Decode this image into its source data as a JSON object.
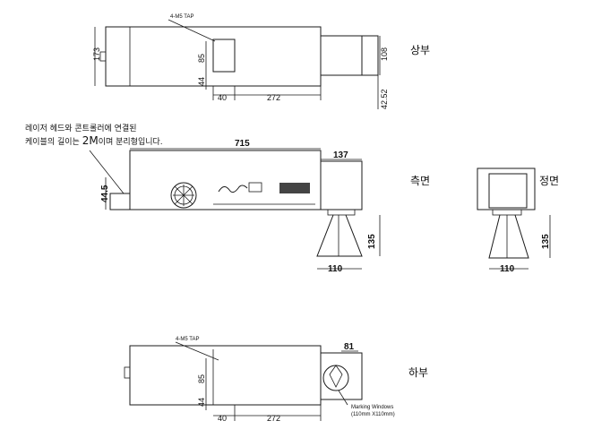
{
  "views": {
    "top_title": "상부",
    "side_title": "측면",
    "front_title": "정면",
    "bottom_title": "하부"
  },
  "top_view": {
    "tap_label": "4-M5 TAP",
    "dim_173": "173",
    "dim_85": "85",
    "dim_44": "44",
    "dim_40": "40",
    "dim_272": "272",
    "dim_108": "108",
    "dim_4252": "42.52"
  },
  "side_view": {
    "note_line1": "레이저 헤드와 콘트롤러에 연결된",
    "note_line2_pre": "케이블의 길이는 ",
    "note_line2_big": "2M",
    "note_line2_post": "이며 분리형입니다.",
    "dim_715": "715",
    "dim_137": "137",
    "dim_445": "44.5",
    "dim_135": "135",
    "dim_110": "110"
  },
  "front_view": {
    "dim_135": "135",
    "dim_110": "110"
  },
  "bottom_view": {
    "tap_label": "4-M5 TAP",
    "dim_81": "81",
    "dim_85": "85",
    "dim_44": "44",
    "dim_40": "40",
    "dim_272": "272",
    "marking_line1": "Marking Windows",
    "marking_line2": "(110mm X110mm)"
  }
}
